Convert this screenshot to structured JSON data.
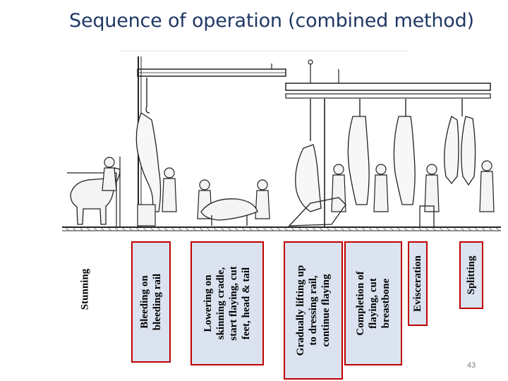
{
  "slide": {
    "title": "Sequence of operation (combined method)",
    "page_number": "43"
  },
  "steps": [
    {
      "label": "Stunning"
    },
    {
      "label": "Bleeding on\nbleeding rail"
    },
    {
      "label": "Lowering on\nskinning cradle,\nstart flaying, cut\nfeet, head & tail"
    },
    {
      "label": "Gradually lifting up\nto dressing rail,\ncontinue flaying"
    },
    {
      "label": "Completion of\nflaying, cut\nbreastbone"
    },
    {
      "label": "Evisceration"
    },
    {
      "label": "Splitting"
    }
  ],
  "colors": {
    "title": "#1f3864",
    "box_border": "#c00000",
    "box_fill": "#dbe3f0"
  }
}
